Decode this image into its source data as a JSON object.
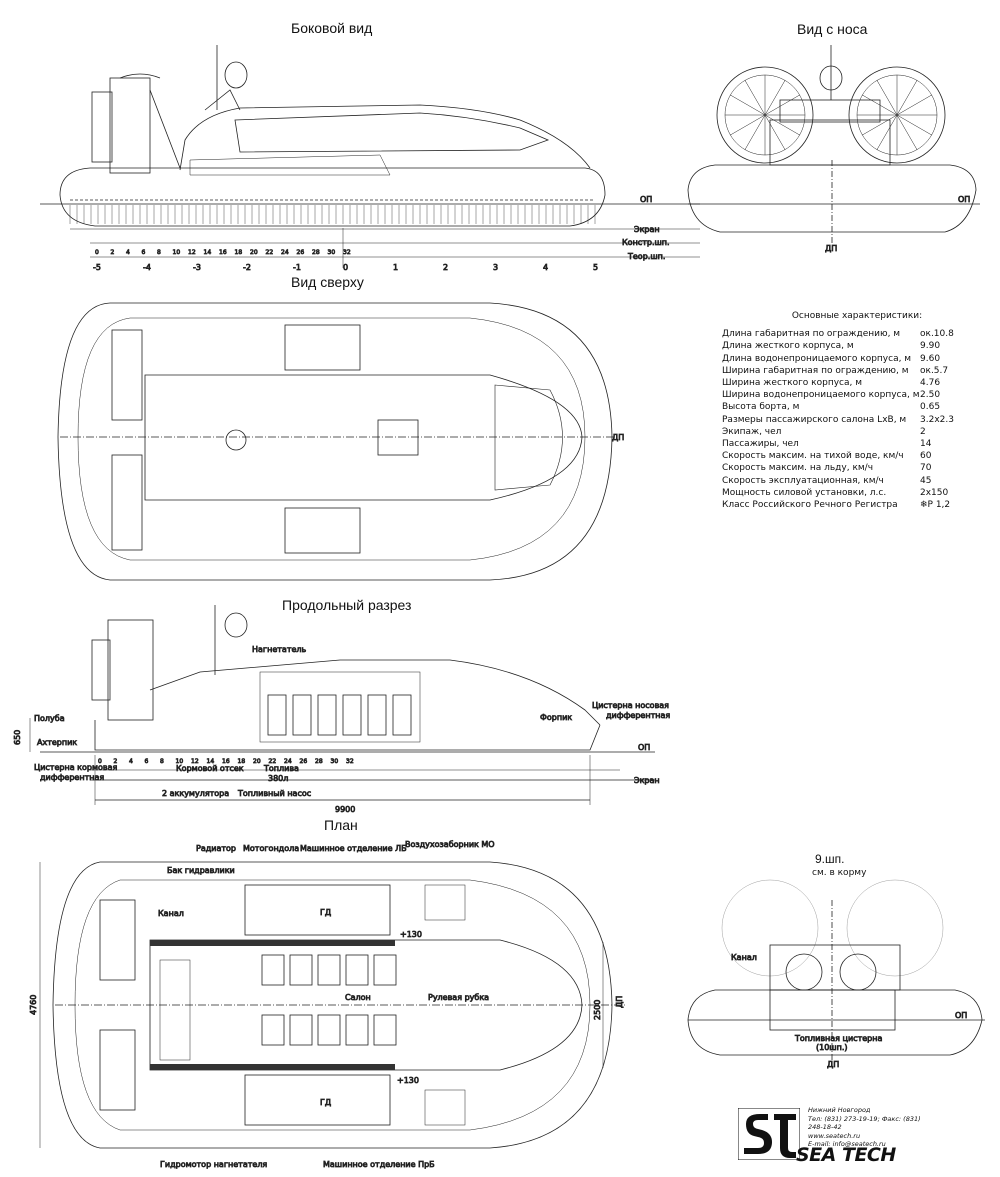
{
  "titles": {
    "side": "Боковой вид",
    "front": "Вид с носа",
    "top": "Вид сверху",
    "section": "Продольный разрез",
    "plan": "План",
    "frame9": "9.шп.",
    "frame9_sub": "см. в корму"
  },
  "side_labels": {
    "op": "ОП",
    "ekran": "Экран",
    "konstr": "Констр.шп.",
    "teor": "Теор.шп.",
    "dp": "ДП",
    "frame_numbers": [
      "0",
      "2",
      "4",
      "6",
      "8",
      "10",
      "12",
      "14",
      "16",
      "18",
      "20",
      "22",
      "24",
      "26",
      "28",
      "30",
      "32"
    ],
    "teor_numbers": [
      "-5",
      "-4",
      "-3",
      "-2",
      "-1",
      "0",
      "1",
      "2",
      "3",
      "4",
      "5"
    ]
  },
  "specs": {
    "header": "Основные характеристики:",
    "rows": [
      {
        "k": "Длина габаритная по ограждению, м",
        "v": "ок.10.8"
      },
      {
        "k": "Длина жесткого корпуса, м",
        "v": "9.90"
      },
      {
        "k": "Длина водонепроницаемого корпуса, м",
        "v": "9.60"
      },
      {
        "k": "Ширина габаритная по ограждению, м",
        "v": "ок.5.7"
      },
      {
        "k": "Ширина жесткого корпуса, м",
        "v": "4.76"
      },
      {
        "k": "Ширина водонепроницаемого корпуса, м",
        "v": "2.50"
      },
      {
        "k": "Высота борта, м",
        "v": "0.65"
      },
      {
        "k": "Размеры пассажирского салона LxB, м",
        "v": "3.2x2.3"
      },
      {
        "k": "Экипаж, чел",
        "v": "2"
      },
      {
        "k": "Пассажиры, чел",
        "v": "14"
      },
      {
        "k": "Скорость максим. на тихой воде, км/ч",
        "v": "60"
      },
      {
        "k": "Скорость максим. на льду, км/ч",
        "v": "70"
      },
      {
        "k": "Скорость эксплуатационная, км/ч",
        "v": "45"
      },
      {
        "k": "Мощность силовой установки, л.с.",
        "v": "2x150"
      },
      {
        "k": "Класс Российского Речного Регистра",
        "v": "❄Р 1,2"
      }
    ]
  },
  "section_labels": {
    "nagnetatel": "Нагнетатель",
    "polyuba": "Полуба",
    "dim650": "650",
    "ahterpik": "Ахтерпик",
    "cist_korm": "Цистерна кормовая",
    "cist_korm2": "дифферентная",
    "cist_nos": "Цистерна носовая",
    "cist_nos2": "дифферентная",
    "forpik": "Форпик",
    "kormovoy": "Кормовой отсек",
    "topliva": "Топлива",
    "topliva_vol": "380л",
    "akkum": "2 аккумулятора",
    "nasos": "Топливный насос",
    "length": "9900",
    "op": "ОП",
    "ekran": "Экран"
  },
  "plan_labels": {
    "radiator": "Радиатор",
    "motogondola": "Мотогондола",
    "mo_lb": "Машинное отделение ЛБ",
    "vozduh": "Воздухозаборник МО",
    "bak": "Бак гидравлики",
    "kanal": "Канал",
    "gd": "ГД",
    "plus130": "+130",
    "salon": "Салон",
    "rubka": "Рулевая рубка",
    "width": "4760",
    "inner": "2500",
    "dp": "ДП",
    "gidromotor": "Гидромотор нагнетателя",
    "mo_pb": "Машинное отделение ПрБ"
  },
  "frame9_labels": {
    "kanal": "Канал",
    "op": "ОП",
    "dp": "ДП",
    "tank": "Топливная цистерна",
    "tank2": "(10шп.)"
  },
  "logo": {
    "city": "Нижний Новгород",
    "tel": "Тел: (831) 273-19-19; Факс: (831) 248-18-42",
    "www": "www.seatech.ru",
    "email": "E-mail: info@seatech.ru",
    "brand": "SEA TECH"
  }
}
